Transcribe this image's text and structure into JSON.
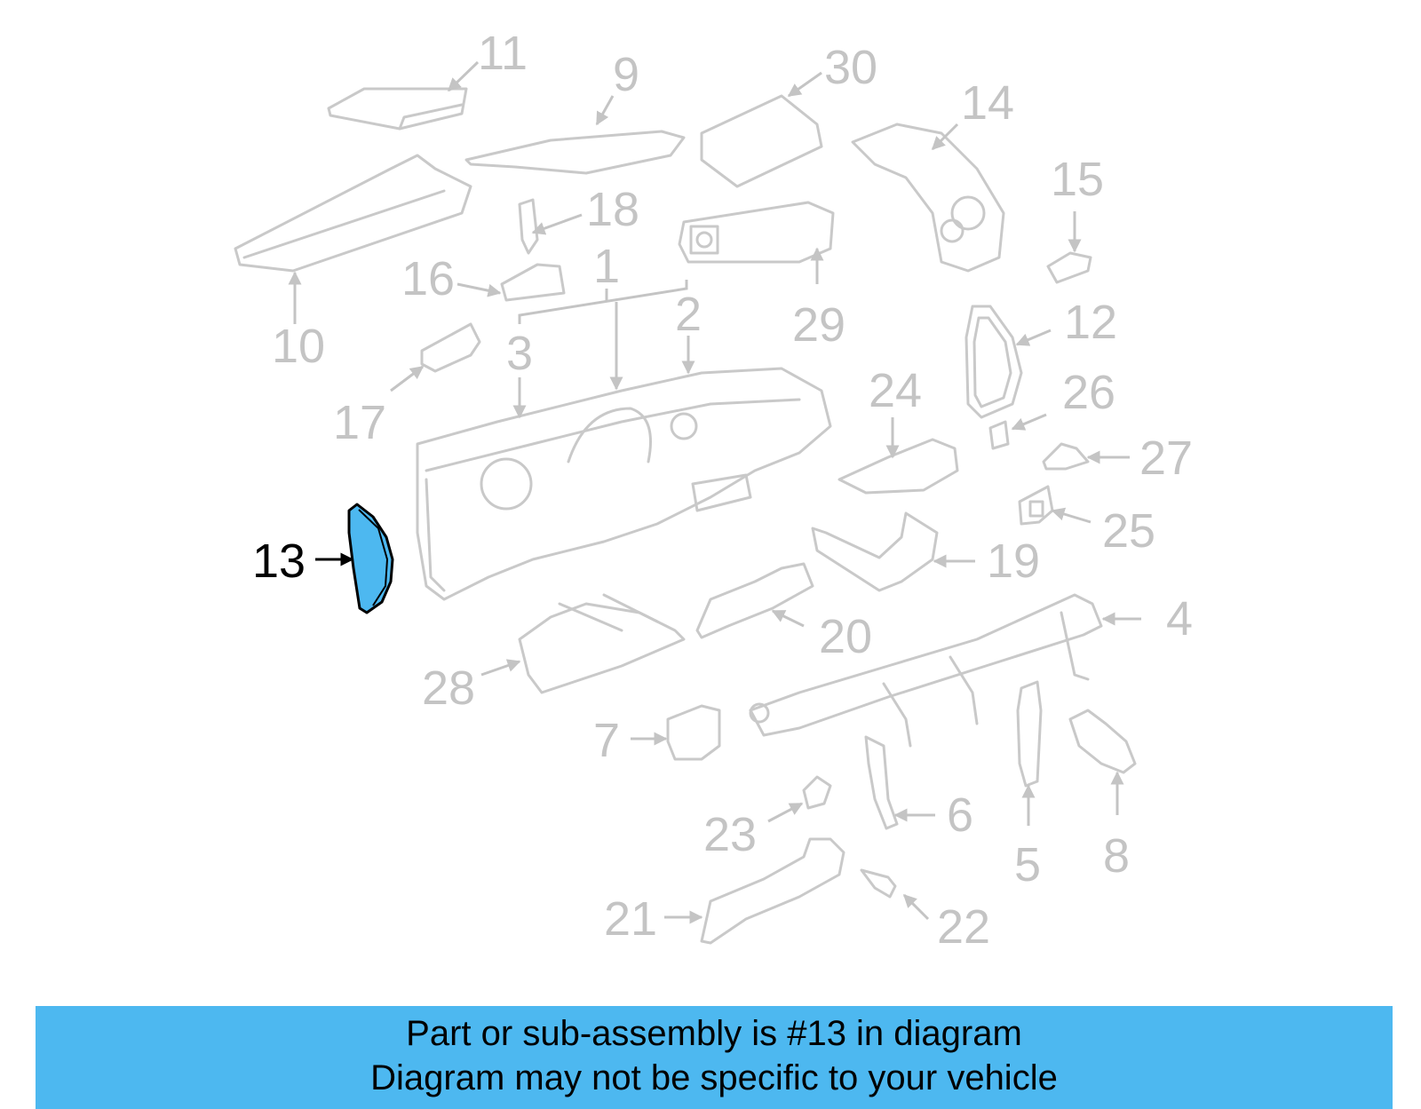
{
  "diagram": {
    "highlight_color": "#4db8f0",
    "line_color": "#c9c9c9",
    "highlighted_part": "13",
    "labels": {
      "p1": "1",
      "p2": "2",
      "p3": "3",
      "p4": "4",
      "p5": "5",
      "p6": "6",
      "p7": "7",
      "p8": "8",
      "p9": "9",
      "p10": "10",
      "p11": "11",
      "p12": "12",
      "p13": "13",
      "p14": "14",
      "p15": "15",
      "p16": "16",
      "p17": "17",
      "p18": "18",
      "p19": "19",
      "p20": "20",
      "p21": "21",
      "p22": "22",
      "p23": "23",
      "p24": "24",
      "p25": "25",
      "p26": "26",
      "p27": "27",
      "p28": "28",
      "p29": "29",
      "p30": "30"
    }
  },
  "banner": {
    "line1": "Part or sub-assembly is #13 in diagram",
    "line2": "Diagram may not be specific to your vehicle",
    "background": "#4db8f0"
  }
}
